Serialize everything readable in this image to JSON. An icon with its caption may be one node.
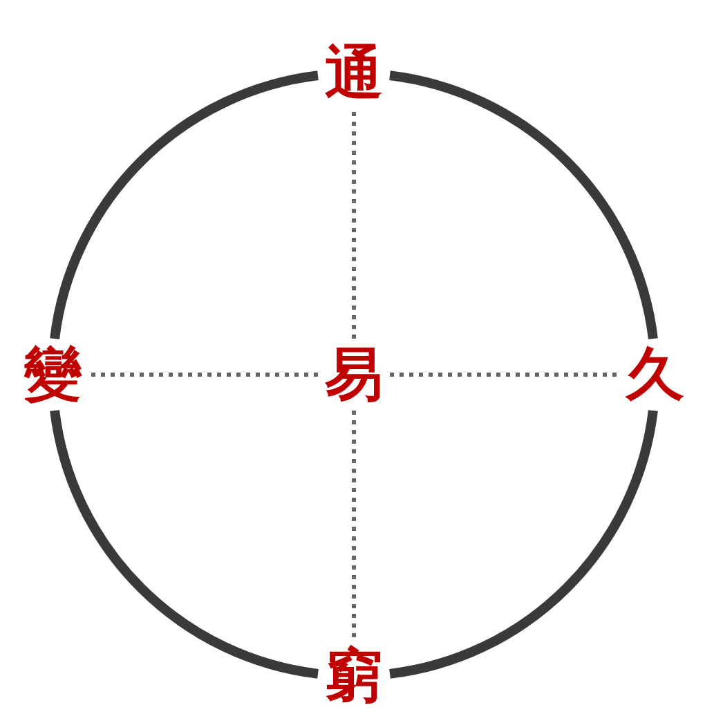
{
  "diagram": {
    "nodes": [
      {
        "text": [
          "通"
        ]
      },
      {
        "text": [
          "變"
        ]
      },
      {
        "text": [
          "易"
        ]
      },
      {
        "text": [
          "久"
        ]
      },
      {
        "text": [
          "窮"
        ]
      }
    ],
    "edges": [
      {
        "from": 0,
        "to": 3,
        "arrow": "none",
        "style": "thick"
      },
      {
        "from": 3,
        "to": 4,
        "arrow": "none",
        "style": "thick"
      },
      {
        "from": 4,
        "to": 1,
        "arrow": "none",
        "style": "thick"
      },
      {
        "from": 1,
        "to": 0,
        "arrow": "none",
        "style": "thick"
      },
      {
        "from": 2,
        "to": 0,
        "arrow": "none",
        "style": "dashed",
        "color": "#666666"
      },
      {
        "from": 2,
        "to": 1,
        "arrow": "none",
        "style": "dashed",
        "color": "#666666"
      },
      {
        "from": 2,
        "to": 3,
        "arrow": "none",
        "style": "dashed",
        "color": "#666666"
      },
      {
        "from": 2,
        "to": 4,
        "arrow": "none",
        "style": "dashed",
        "color": "#666666"
      }
    ]
  }
}
